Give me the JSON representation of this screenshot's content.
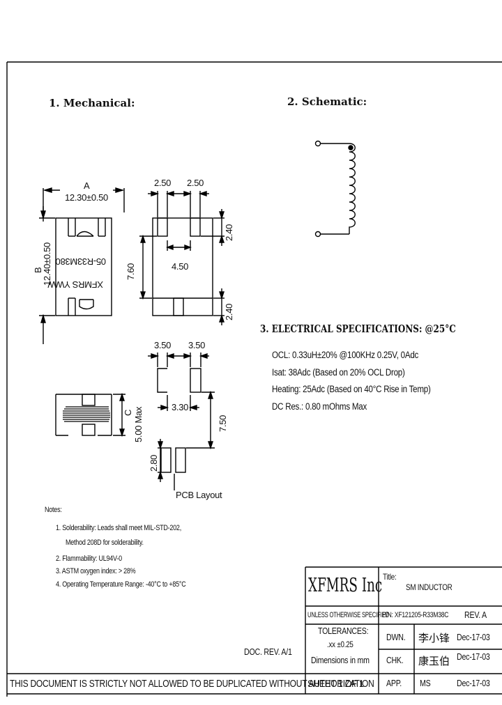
{
  "sections": {
    "mechanical": "1. Mechanical:",
    "schematic": "2. Schematic:",
    "electrical": "3. ELECTRICAL SPECIFICATIONS: @25°C"
  },
  "mechanical": {
    "dim_a_label": "A",
    "dim_a_value": "12.30±0.50",
    "dim_b_label": "B",
    "dim_b_value": "12.40±0.50",
    "part_marking_1": "05-R33M380",
    "part_marking_2": "XFMRS YWW",
    "dim_250_left": "2.50",
    "dim_250_right": "2.50",
    "dim_240_top": "2.40",
    "dim_760": "7.60",
    "dim_450": "4.50",
    "dim_240_bottom": "2.40",
    "dim_c_label": "C",
    "dim_c_value": "5.00 Max"
  },
  "pcb": {
    "dim_350_left": "3.50",
    "dim_350_right": "3.50",
    "dim_330": "3.30",
    "dim_750": "7.50",
    "dim_280": "2.80",
    "label": "PCB Layout"
  },
  "specs": [
    "OCL: 0.33uH±20% @100KHz 0.25V, 0Adc",
    "Isat: 38Adc (Based on 20% OCL Drop)",
    "Heating: 25Adc (Based on 40°C Rise in Temp)",
    "DC Res.: 0.80 mOhms Max"
  ],
  "notes": {
    "title": "Notes:",
    "items": [
      "1. Solderability: Leads shall meet MIL-STD-202,",
      "Method 208D for solderability.",
      "2. Flammability: UL94V-0",
      "3. ASTM oxygen index: > 28%",
      "4. Operating Temperature Range: -40°C to +85°C"
    ]
  },
  "doc_rev": "DOC. REV. A/1",
  "footer_warning": "THIS DOCUMENT IS STRICTLY NOT ALLOWED TO BE DUPLICATED WITHOUT AUTHORIZATION",
  "title_block": {
    "company": "XFMRS Inc",
    "title_label": "Title:",
    "title": "SM INDUCTOR",
    "unless": "UNLESS OTHERWISE SPECIFIED",
    "pn": "P/N: XF121205-R33M38C",
    "rev": "REV. A",
    "tolerances": "TOLERANCES:",
    "tol_value": ".xx ±0.25",
    "dimensions": "Dimensions in mm",
    "sheet": "SHEET 1 OF 1",
    "rows": [
      {
        "label": "DWN.",
        "name": "李小锋",
        "date": "Dec-17-03"
      },
      {
        "label": "CHK.",
        "name": "康玉伯",
        "date": "Dec-17-03"
      },
      {
        "label": "APP.",
        "name": "MS",
        "date": "Dec-17-03"
      }
    ]
  }
}
